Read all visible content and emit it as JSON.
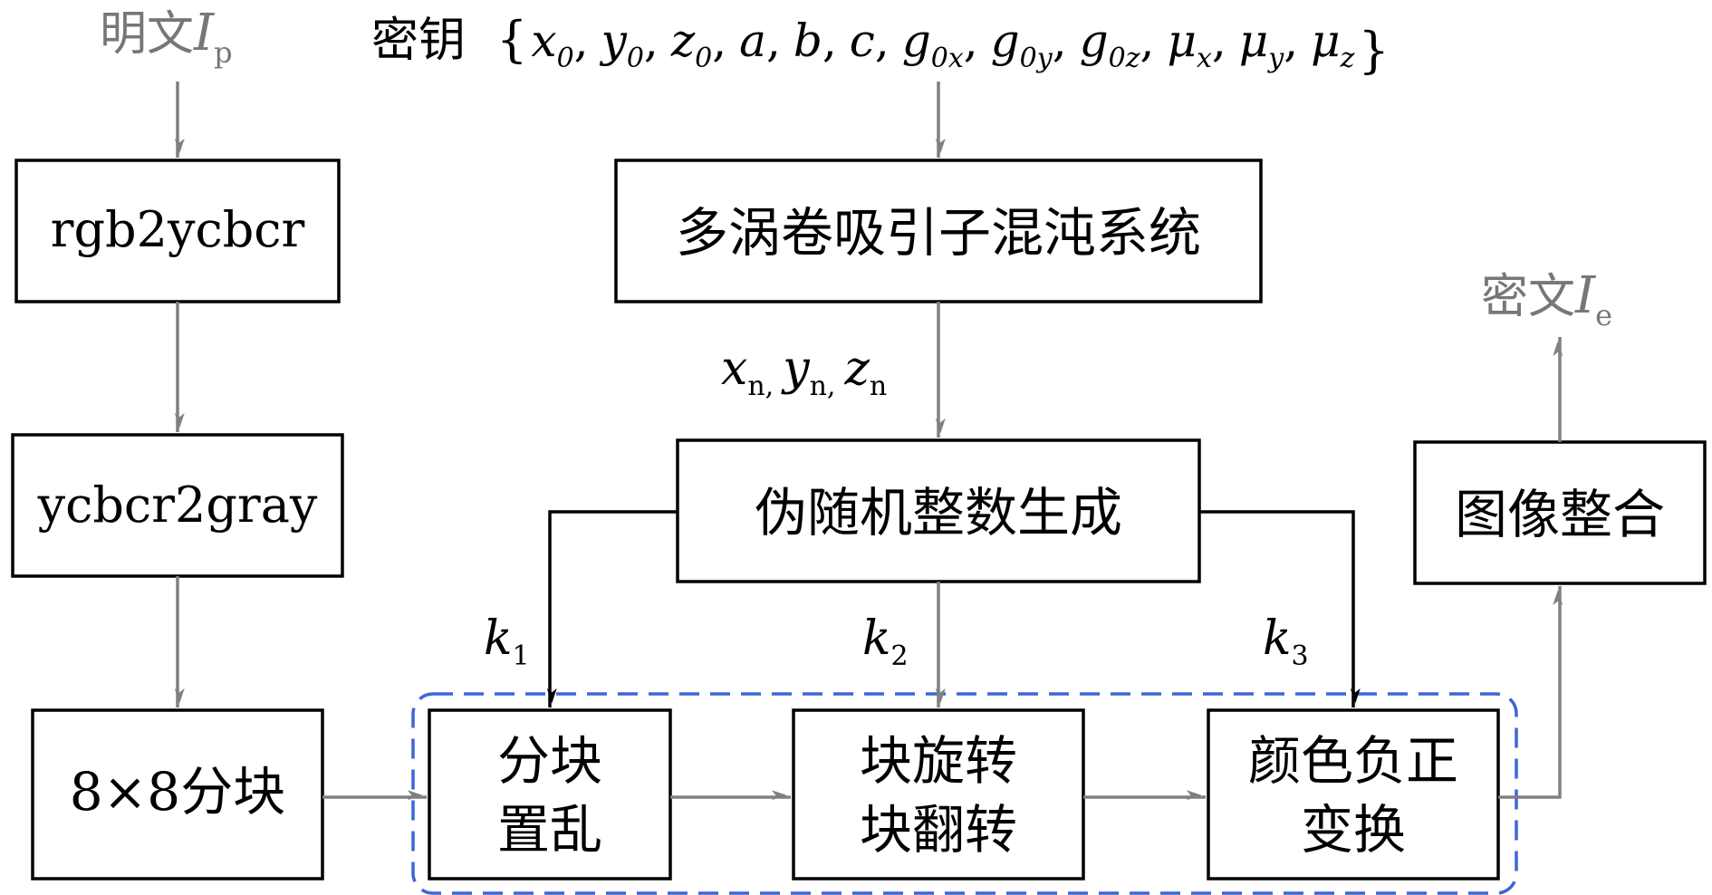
{
  "plaintext": {
    "label": "明文",
    "symbol": "I",
    "sub": "p"
  },
  "key": {
    "label": "密钥",
    "open": "{",
    "close": "}",
    "params": [
      {
        "s": "x",
        "sub": "0"
      },
      {
        "s": "y",
        "sub": "0"
      },
      {
        "s": "z",
        "sub": "0"
      },
      {
        "s": "a",
        "sub": ""
      },
      {
        "s": "b",
        "sub": ""
      },
      {
        "s": "c",
        "sub": ""
      },
      {
        "s": "g",
        "sub": "0x"
      },
      {
        "s": "g",
        "sub": "0y"
      },
      {
        "s": "g",
        "sub": "0z"
      },
      {
        "s": "μ",
        "sub": "x"
      },
      {
        "s": "μ",
        "sub": "y"
      },
      {
        "s": "μ",
        "sub": "z"
      }
    ]
  },
  "ciphertext": {
    "label": "密文",
    "symbol": "I",
    "sub": "e"
  },
  "boxes": {
    "rgb2ycbcr": "rgb2ycbcr",
    "ycbcr2gray": "ycbcr2gray",
    "blocking": "8×8分块",
    "chaos": "多涡卷吸引子混沌系统",
    "prng": "伪随机整数生成",
    "integrate": "图像整合",
    "scramble": [
      "分块",
      "置乱"
    ],
    "rotate": [
      "块旋转",
      "块翻转"
    ],
    "color": [
      "颜色负正",
      "变换"
    ]
  },
  "seq_label": {
    "x": "x",
    "y": "y",
    "z": "z",
    "sub": "n",
    "sep": ","
  },
  "keys": {
    "k1": {
      "s": "k",
      "sub": "1"
    },
    "k2": {
      "s": "k",
      "sub": "2"
    },
    "k3": {
      "s": "k",
      "sub": "3"
    }
  },
  "colors": {
    "gray_arrow": "#808080",
    "black_arrow": "#000000",
    "dashed_group": "#3d66d6",
    "caption_gray": "#777777"
  }
}
